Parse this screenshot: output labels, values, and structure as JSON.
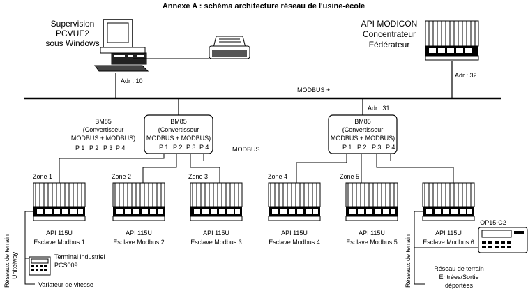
{
  "title": "Annexe A : schéma architecture réseau de l'usine-école",
  "supervision": {
    "line1": "Supervision",
    "line2": "PCVUE2",
    "line3": "sous Windows",
    "addr": "Adr : 10"
  },
  "api_modicon": {
    "line1": "API MODICON",
    "line2": "Concentrateur",
    "line3": "Fédérateur",
    "addr": "Adr : 32"
  },
  "bus_label": "MODBUS +",
  "modbus_label": "MODBUS",
  "bm85_left": {
    "line1": "BM85",
    "line2": "(Convertisseur",
    "line3": "MODBUS + MODBUS)",
    "ports": [
      "P 1",
      "P 2",
      "P 3",
      "P 4"
    ]
  },
  "bm85_legend": {
    "line1": "BM85",
    "line2": "(Convertisseur",
    "line3": "MODBUS + MODBUS)",
    "ports": [
      "P 1",
      "P 2",
      "P 3",
      "P 4"
    ]
  },
  "bm85_right": {
    "line1": "BM85",
    "line2": "(Convertisseur",
    "line3": "MODBUS + MODBUS)",
    "ports": [
      "P 1",
      "P 2",
      "P 3",
      "P 4"
    ],
    "addr": "Adr : 31"
  },
  "zones": [
    "Zone 1",
    "Zone 2",
    "Zone 3",
    "Zone 4",
    "Zone 5"
  ],
  "plcs": [
    {
      "name": "API 115U",
      "role": "Esclave Modbus 1"
    },
    {
      "name": "API 115U",
      "role": "Esclave Modbus 2"
    },
    {
      "name": "API 115U",
      "role": "Esclave Modbus 3"
    },
    {
      "name": "API 115U",
      "role": "Esclave Modbus 4"
    },
    {
      "name": "API 115U",
      "role": "Esclave Modbus 5"
    },
    {
      "name": "API 115U",
      "role": "Esclave Modbus 6"
    }
  ],
  "terminal": {
    "line1": "Terminal industriel",
    "line2": "PCS009"
  },
  "variateur": "Variateur de vitesse",
  "unitelway": {
    "line1": "Réseaux de terrain",
    "line2": "Unitelway"
  },
  "reseau_terrain_vertical": "Réseaux de terrain",
  "op15": "OP15-C2",
  "reseau_es": {
    "line1": "Réseau de terrain",
    "line2": "Entrées/Sortie",
    "line3": "déportées"
  }
}
